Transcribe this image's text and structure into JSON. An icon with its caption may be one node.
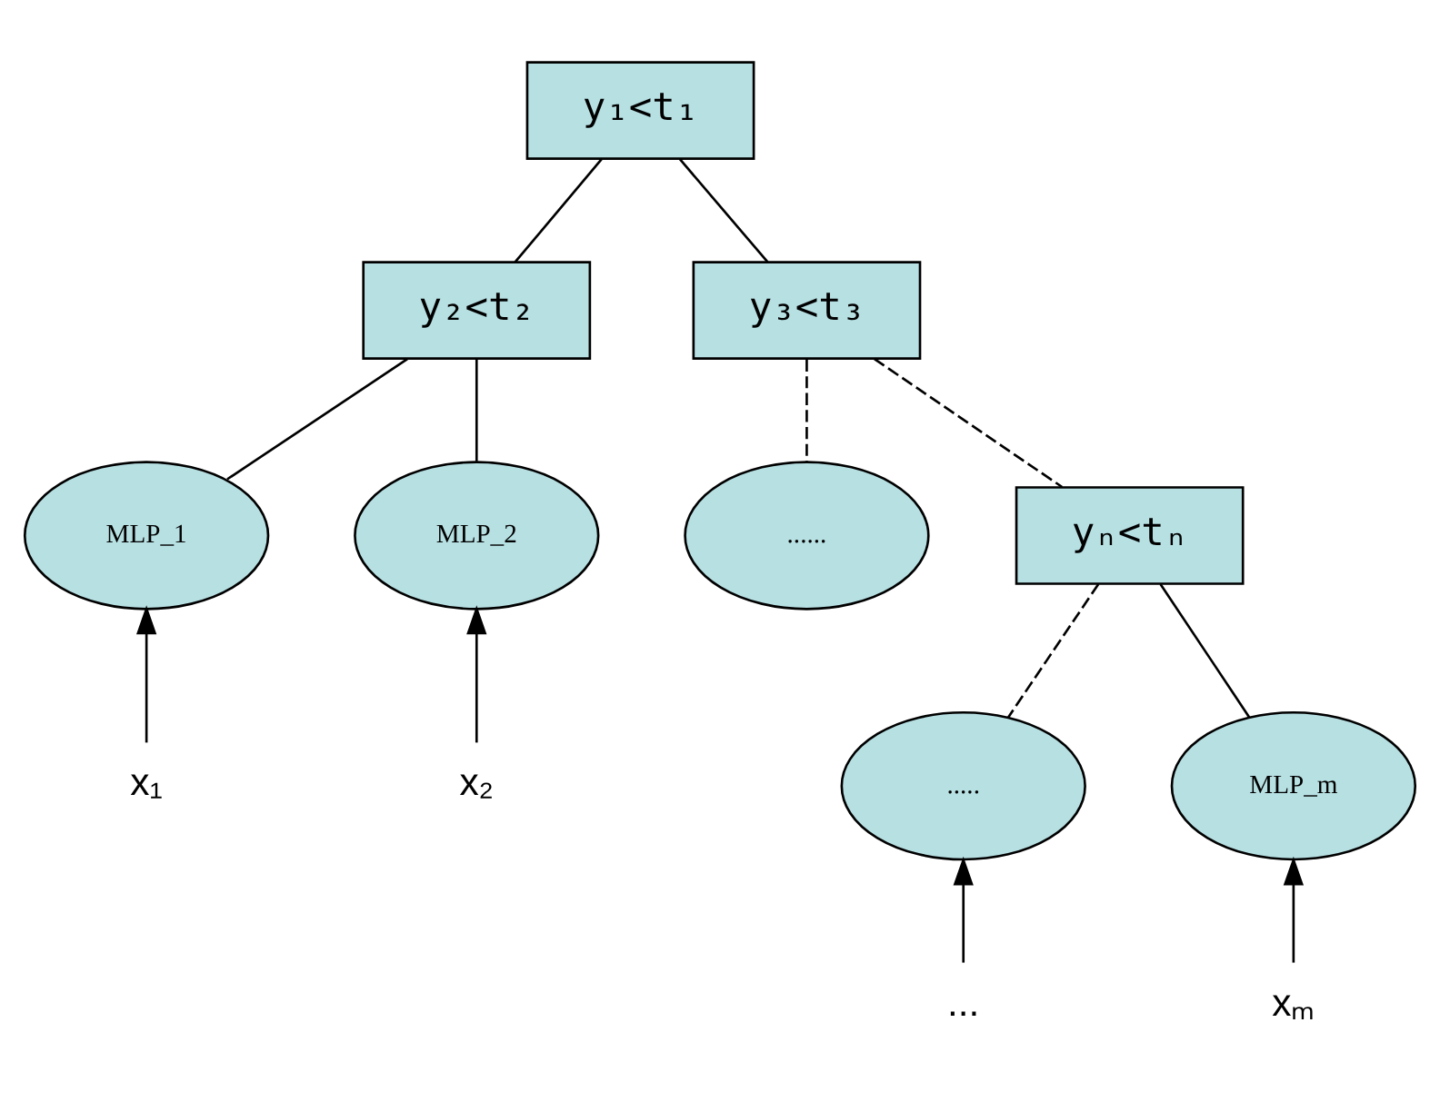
{
  "diagram": {
    "nodes": [
      {
        "text": [
          "y₁<t₁"
        ]
      },
      {
        "text": [
          "y₂<t₂"
        ]
      },
      {
        "text": [
          "y₃<t₃"
        ]
      },
      {
        "text": [
          "MLP_1"
        ]
      },
      {
        "text": [
          "MLP_2"
        ]
      },
      {
        "text": [
          "......"
        ]
      },
      {
        "text": [
          "yₙ<tₙ"
        ]
      },
      {
        "text": [
          "....."
        ]
      },
      {
        "text": [
          "MLP_m"
        ]
      },
      {
        "text": [
          "x₁"
        ]
      },
      {
        "text": [
          "x₂"
        ]
      },
      {
        "text": [
          "..."
        ]
      },
      {
        "text": [
          "xₘ"
        ]
      }
    ],
    "edges": [
      {
        "from": 0,
        "to": 1,
        "arrow": "none"
      },
      {
        "from": 0,
        "to": 2,
        "arrow": "none"
      },
      {
        "from": 1,
        "to": 3,
        "arrow": "none"
      },
      {
        "from": 1,
        "to": 4,
        "arrow": "none"
      },
      {
        "from": 2,
        "to": 5,
        "arrow": "none",
        "style": "dashed"
      },
      {
        "from": 2,
        "to": 6,
        "arrow": "none",
        "style": "dashed"
      },
      {
        "from": 6,
        "to": 7,
        "arrow": "none",
        "style": "dashed"
      },
      {
        "from": 6,
        "to": 8,
        "arrow": "none"
      },
      {
        "from": 9,
        "to": 3,
        "arrow": "to"
      },
      {
        "from": 10,
        "to": 4,
        "arrow": "to"
      },
      {
        "from": 11,
        "to": 7,
        "arrow": "to"
      },
      {
        "from": 12,
        "to": 8,
        "arrow": "to"
      }
    ]
  }
}
